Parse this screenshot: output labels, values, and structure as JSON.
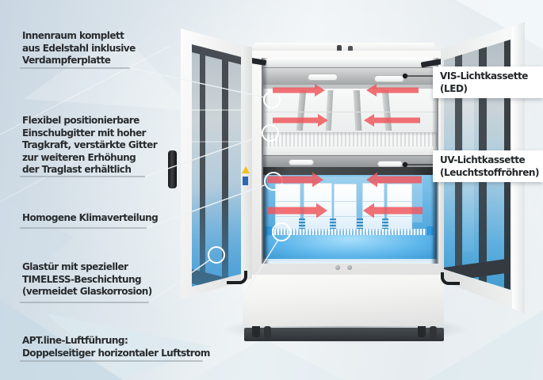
{
  "language": "de",
  "callouts": [
    {
      "id": "innenraum",
      "text": "Innenraum komplett\naus Edelstahl inklusive\nVerdampferplatte"
    },
    {
      "id": "einschubgitter",
      "text": "Flexibel positionierbare\nEinschubgitter mit hoher\nTragkraft, verstärkte Gitter\nzur weiteren Erhöhung\nder Traglast erhältlich"
    },
    {
      "id": "klimaverteilung",
      "text": "Homogene Klimaverteilung"
    },
    {
      "id": "glastuer",
      "text": "Glastür mit spezieller\nTIMELESS-Beschichtung\n(vermeidet Glaskorrosion)"
    },
    {
      "id": "aptline",
      "text": "APT.line-Luftführung:\nDoppelseitiger horizontaler Luftstrom"
    }
  ],
  "light_labels": [
    {
      "id": "vis",
      "text": "VIS-Lichtkassette\n(LED)"
    },
    {
      "id": "uv",
      "text": "UV-Lichtkassette\n(Leuchtstoffröhren)"
    }
  ],
  "icons": {
    "airflow_arrow": "red horizontal arrow",
    "callout_circle_marker": "white ring marker",
    "pointer_dot": "black dot marker",
    "warning_triangle": "yellow warning sticker"
  },
  "colors": {
    "airflow_arrow": "#ee565b",
    "uv_glow_blue": "#4aa5dc",
    "callout_underline": "#8d969c",
    "leader_line_on_photo": "#eef2f4",
    "label_box_bg": "#ffffff",
    "text": "#282b2d"
  }
}
